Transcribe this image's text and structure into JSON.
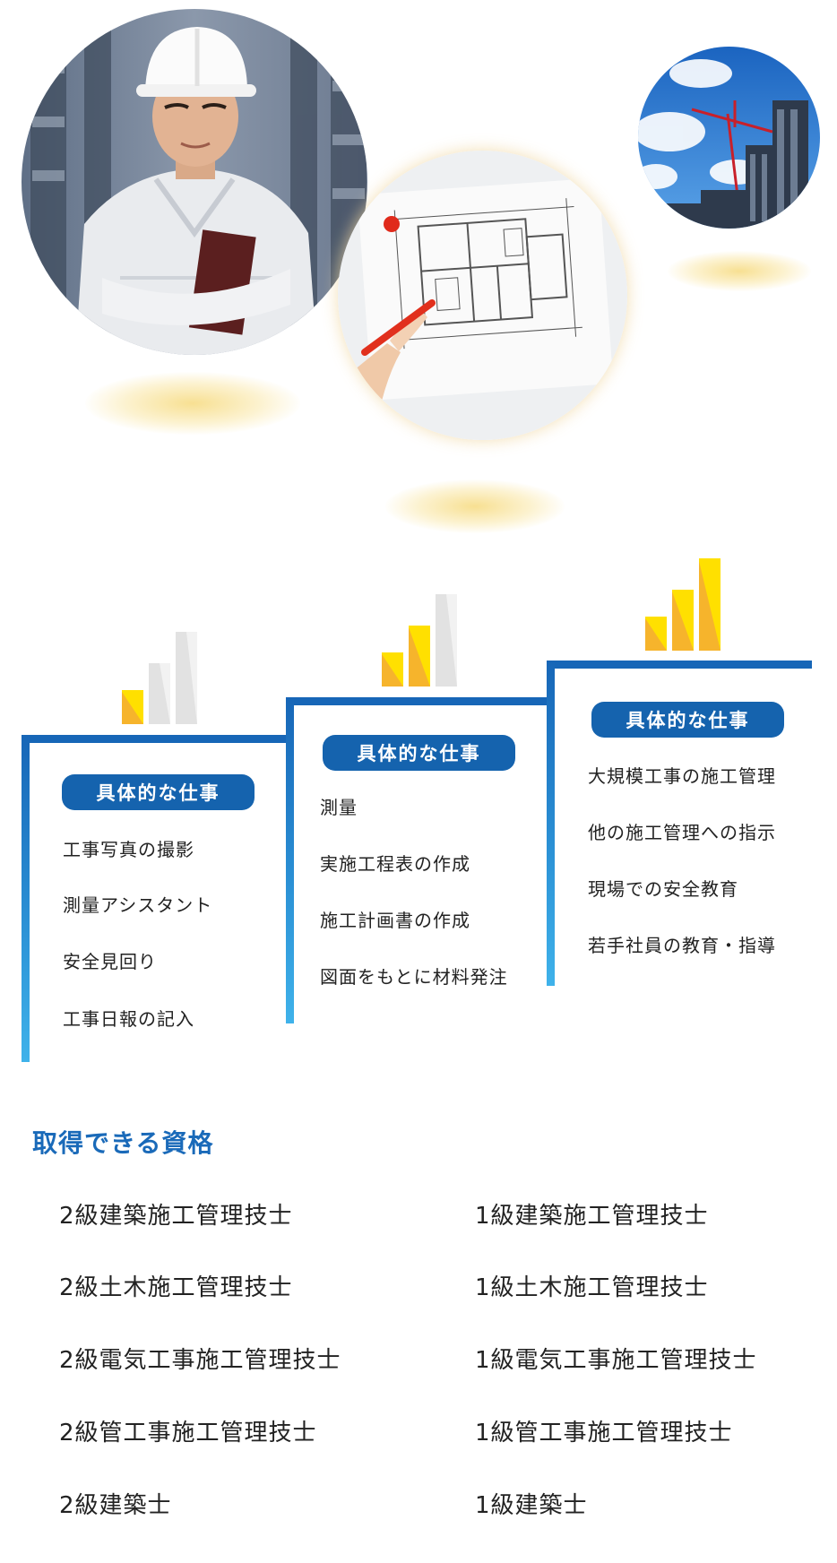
{
  "photos": [
    {
      "subject": "worker-in-hard-hat"
    },
    {
      "subject": "blueprint-on-whiteboard"
    },
    {
      "subject": "construction-crane-sky"
    }
  ],
  "colors": {
    "primary_blue": "#1766b7",
    "light_blue": "#3fb2ea",
    "badge_blue": "#1563ae",
    "title_blue": "#1a6ab9",
    "bar_yellow": "#ffe000",
    "bar_orange": "#f6b42c",
    "bar_grey": "#e2e2e2"
  },
  "steps": [
    {
      "level_bars_filled": 1,
      "badge": "具体的な仕事",
      "tasks": [
        "工事写真の撮影",
        "測量アシスタント",
        "安全見回り",
        "工事日報の記入"
      ]
    },
    {
      "level_bars_filled": 2,
      "badge": "具体的な仕事",
      "tasks": [
        "測量",
        "実施工程表の作成",
        "施工計画書の作成",
        "図面をもとに材料発注"
      ]
    },
    {
      "level_bars_filled": 3,
      "badge": "具体的な仕事",
      "tasks": [
        "大規模工事の施工管理",
        "他の施工管理への指示",
        "現場での安全教育",
        "若手社員の教育・指導"
      ]
    }
  ],
  "qualifications": {
    "title": "取得できる資格",
    "left": [
      "2級建築施工管理技士",
      "2級土木施工管理技士",
      "2級電気工事施工管理技士",
      "2級管工事施工管理技士",
      "2級建築士"
    ],
    "right": [
      "1級建築施工管理技士",
      "1級土木施工管理技士",
      "1級電気工事施工管理技士",
      "1級管工事施工管理技士",
      "1級建築士"
    ]
  }
}
